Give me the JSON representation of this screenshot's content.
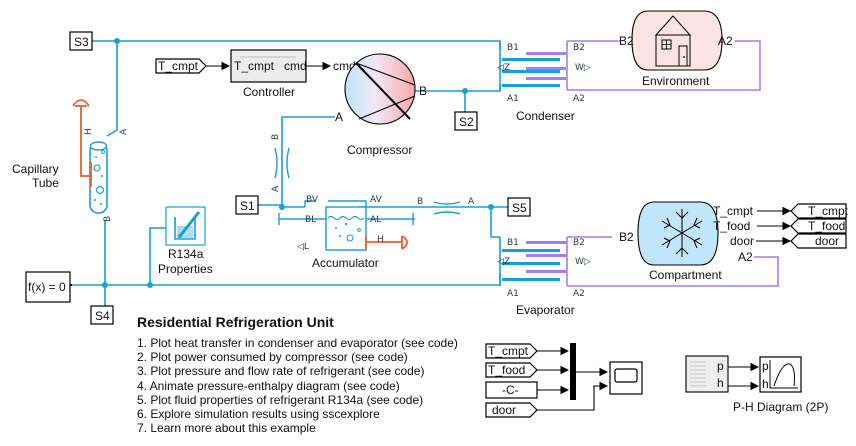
{
  "model_title": "Residential Refrigeration Unit",
  "links": [
    "1. Plot heat transfer in condenser and evaporator (see code)",
    "2. Plot power consumed by compressor (see code)",
    "3. Plot pressure and flow rate of refrigerant (see code)",
    "4. Animate pressure-enthalpy diagram (see code)",
    "5. Plot fluid properties of refrigerant R134a (see code)",
    "6. Explore simulation results using sscexplore",
    "7. Learn more about this example"
  ],
  "blocks": {
    "controller": {
      "name": "Controller",
      "in_port": "T_cmpt",
      "out_port": "cmd"
    },
    "compressor": {
      "name": "Compressor",
      "port_cmd": "cmd",
      "port_a": "A",
      "port_b": "B"
    },
    "condenser": {
      "name": "Condenser",
      "ports": {
        "b1": "B1",
        "a1": "A1",
        "b2": "B2",
        "a2": "A2",
        "z": "◁Z",
        "w": "W▷"
      }
    },
    "environment": {
      "name": "Environment",
      "port_b2": "B2",
      "port_a2": "A2"
    },
    "evaporator": {
      "name": "Evaporator",
      "ports": {
        "b1": "B1",
        "a1": "A1",
        "b2": "B2",
        "a2": "A2",
        "z": "◁Z",
        "w": "W▷"
      }
    },
    "compartment": {
      "name": "Compartment",
      "port_b2": "B2",
      "port_a2": "A2",
      "out_t_cmpt": "T_cmpt",
      "out_t_food": "T_food",
      "out_door": "door"
    },
    "accumulator": {
      "name": "Accumulator",
      "ports": {
        "bv": "BV",
        "av": "AV",
        "bl": "BL",
        "al": "AL",
        "l": "◁L",
        "h": "H"
      }
    },
    "capillary_tube": {
      "name": "Capillary\nTube",
      "name_line1": "Capillary",
      "name_line2": "Tube",
      "port_a": "A",
      "port_b": "B",
      "port_h": "H"
    },
    "r134a": {
      "name_line1": "R134a",
      "name_line2": "Properties"
    },
    "solver": {
      "label": "f(x) = 0"
    },
    "pipe_left": {
      "port_a": "A",
      "port_b": "B"
    },
    "pipe_mid": {
      "port_a": "A",
      "port_b": "B"
    },
    "ph_diagram": {
      "name": "P-H Diagram (2P)",
      "in_p": "p",
      "in_h": "h",
      "src_p": "p",
      "src_h": "h"
    },
    "constant": {
      "label": "-C-"
    }
  },
  "sensors": [
    "S1",
    "S2",
    "S3",
    "S4",
    "S5"
  ],
  "goto_tags": {
    "controller_from": "T_cmpt",
    "cmpt_out": [
      "T_cmpt",
      "T_food",
      "door"
    ]
  },
  "from_tags": [
    "T_cmpt",
    "T_food",
    "door"
  ],
  "colors": {
    "liquid_line": "#1a9fd4",
    "thermal_line": "#a77cf0",
    "heat_line": "#e8602c"
  }
}
